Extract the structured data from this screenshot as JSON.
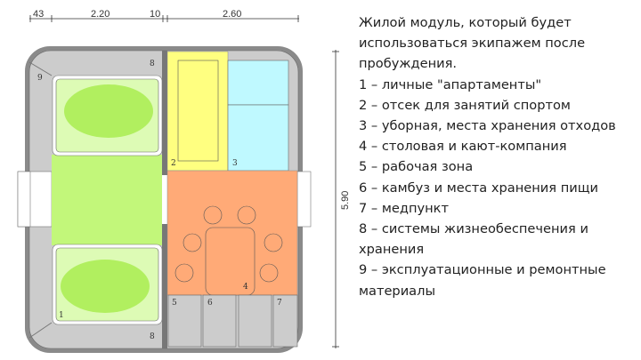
{
  "dimensions": {
    "d1": "43",
    "d2": "2.20",
    "d3": "10",
    "d4": "2.60",
    "height": "5.90"
  },
  "zone_labels": {
    "z1": "1",
    "z2": "2",
    "z3": "3",
    "z4": "4",
    "z5": "5",
    "z6": "6",
    "z7": "7",
    "z8a": "8",
    "z8b": "8",
    "z9": "9"
  },
  "colors": {
    "sleep": "#c2f77a",
    "fitness": "#ffff80",
    "hygiene": "#bff9ff",
    "dining": "#ffaa77",
    "storage": "#cccccc",
    "shell": "#8a8a8a"
  },
  "legend": {
    "title": "Жилой модуль, который будет использоваться экипажем после пробуждения.",
    "items": [
      "1 – личные \"апартаменты\"",
      "2 – отсек для занятий спортом",
      "3 – уборная, места хранения отходов",
      "4 – столовая и кают-компания",
      "5 – рабочая зона",
      "6 – камбуз и места хранения пищи",
      "7 – медпункт",
      "8 – системы жизнеобеспечения и хранения",
      "9 – эксплуатационные и ремонтные материалы"
    ]
  }
}
